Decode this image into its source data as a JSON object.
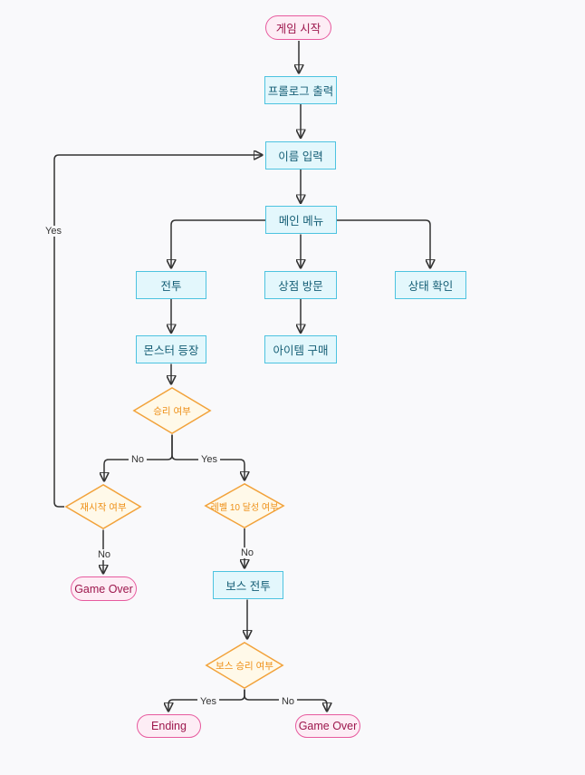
{
  "diagram": {
    "title": "game-flowchart",
    "nodes": {
      "start": {
        "label": "게임 시작",
        "shape": "stadium"
      },
      "prologue": {
        "label": "프롤로그 출력",
        "shape": "rect"
      },
      "name_input": {
        "label": "이름 입력",
        "shape": "rect"
      },
      "main_menu": {
        "label": "메인 메뉴",
        "shape": "rect"
      },
      "battle": {
        "label": "전투",
        "shape": "rect"
      },
      "shop": {
        "label": "상점 방문",
        "shape": "rect"
      },
      "status": {
        "label": "상태 확인",
        "shape": "rect"
      },
      "monster": {
        "label": "몬스터 등장",
        "shape": "rect"
      },
      "item_buy": {
        "label": "아이템 구매",
        "shape": "rect"
      },
      "win_check": {
        "label": "승리 여부",
        "shape": "diamond"
      },
      "restart_check": {
        "label": "재시작 여부",
        "shape": "diamond"
      },
      "level_check": {
        "label": "레벨 10 달성 여부",
        "shape": "diamond"
      },
      "game_over_left": {
        "label": "Game Over",
        "shape": "stadium"
      },
      "boss_battle": {
        "label": "보스 전투",
        "shape": "rect"
      },
      "boss_win_check": {
        "label": "보스 승리 여부",
        "shape": "diamond"
      },
      "ending": {
        "label": "Ending",
        "shape": "stadium"
      },
      "game_over_right": {
        "label": "Game Over",
        "shape": "stadium"
      }
    },
    "edge_labels": {
      "restart_yes": "Yes",
      "win_no": "No",
      "win_yes": "Yes",
      "restart_no": "No",
      "level_no": "No",
      "boss_yes": "Yes",
      "boss_no": "No"
    },
    "colors": {
      "background": "#f9f9fb",
      "process_fill": "#e3f7fc",
      "process_border": "#4dc3e0",
      "process_text": "#155e75",
      "terminal_fill": "#fdedf5",
      "terminal_border": "#e75a9e",
      "terminal_text": "#9d174d",
      "decision_fill": "#fff9e9",
      "decision_border": "#f2a23a",
      "decision_text": "#ee9017",
      "edge": "#333333"
    }
  }
}
